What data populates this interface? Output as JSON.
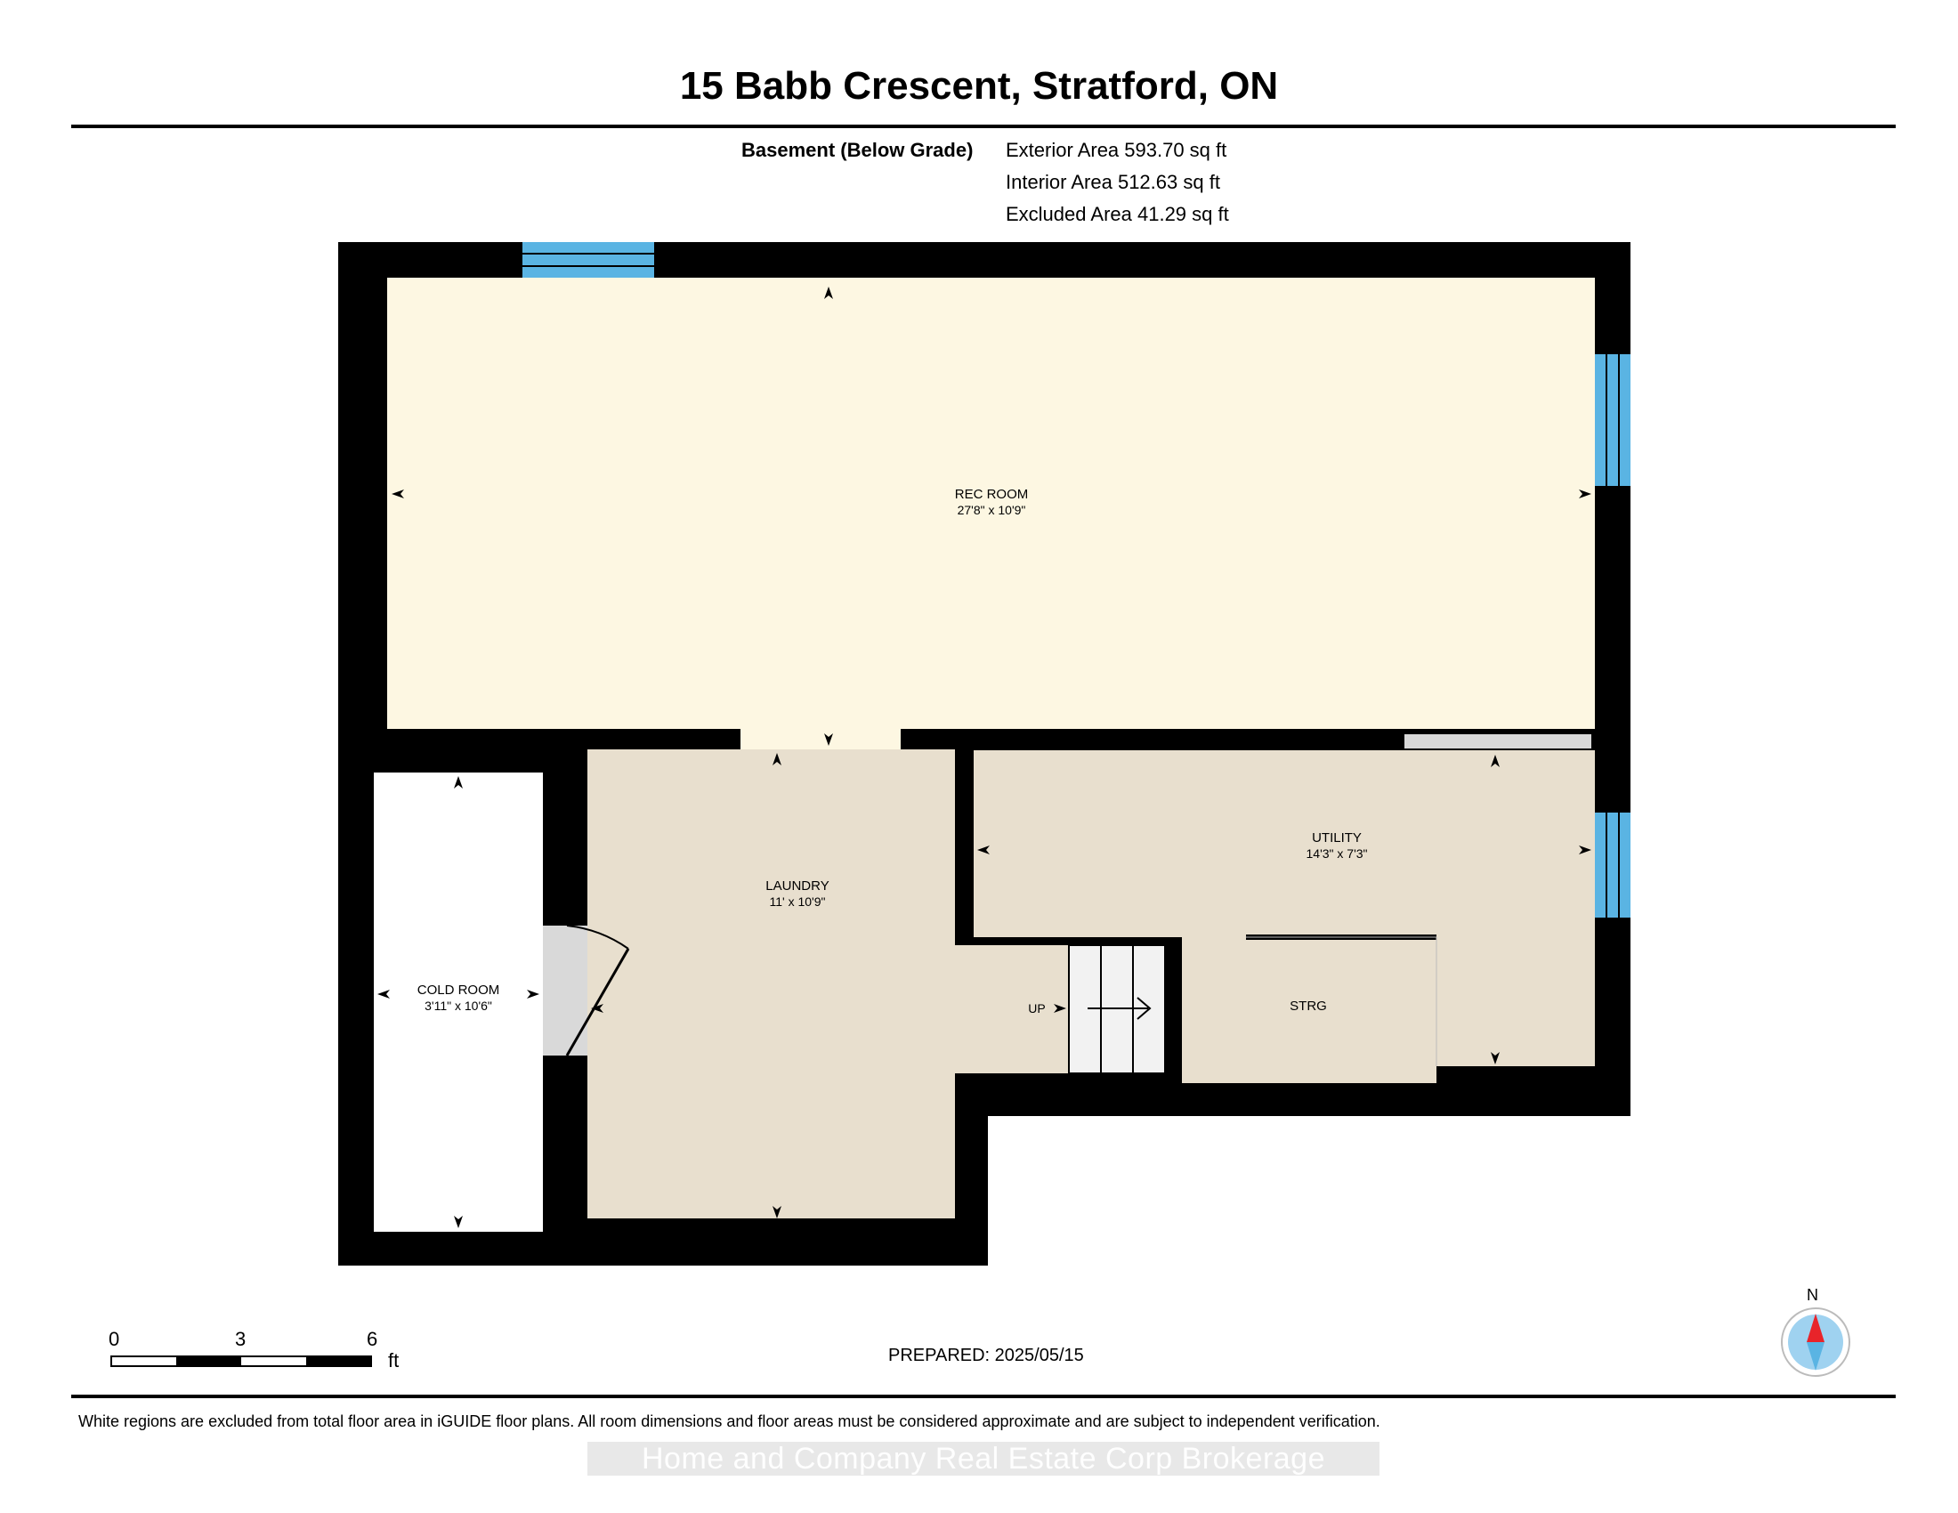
{
  "title": "15 Babb Crescent, Stratford, ON",
  "floor_label": "Basement (Below Grade)",
  "areas": [
    "Exterior Area 593.70 sq ft",
    "Interior Area 512.63 sq ft",
    "Excluded Area 41.29 sq ft"
  ],
  "rooms": [
    {
      "name": "REC ROOM",
      "dims": "27'8\" x 10'9\""
    },
    {
      "name": "LAUNDRY",
      "dims": "11' x 10'9\""
    },
    {
      "name": "UTILITY",
      "dims": "14'3\" x 7'3\""
    },
    {
      "name": "COLD ROOM",
      "dims": "3'11\" x 10'6\""
    },
    {
      "name": "STRG",
      "dims": ""
    }
  ],
  "stairs_label": "UP",
  "scale": {
    "labels": [
      "0",
      "3",
      "6"
    ],
    "unit": "ft"
  },
  "prepared": "PREPARED: 2025/05/15",
  "compass": {
    "label": "N",
    "icon": "north-arrow-compass-icon"
  },
  "disclaimer": "White regions are excluded from total floor area in iGUIDE floor plans. All room dimensions and floor areas must be considered approximate and are subject to independent verification.",
  "watermark": "Home and Company Real Estate Corp Brokerage",
  "colors": {
    "wall": "#000000",
    "rec_room": "#fdf7e2",
    "laundry_utility": "#e8dfce",
    "window": "#5ab4e3",
    "door": "#d9d9d9",
    "compass_red": "#e8242a"
  }
}
